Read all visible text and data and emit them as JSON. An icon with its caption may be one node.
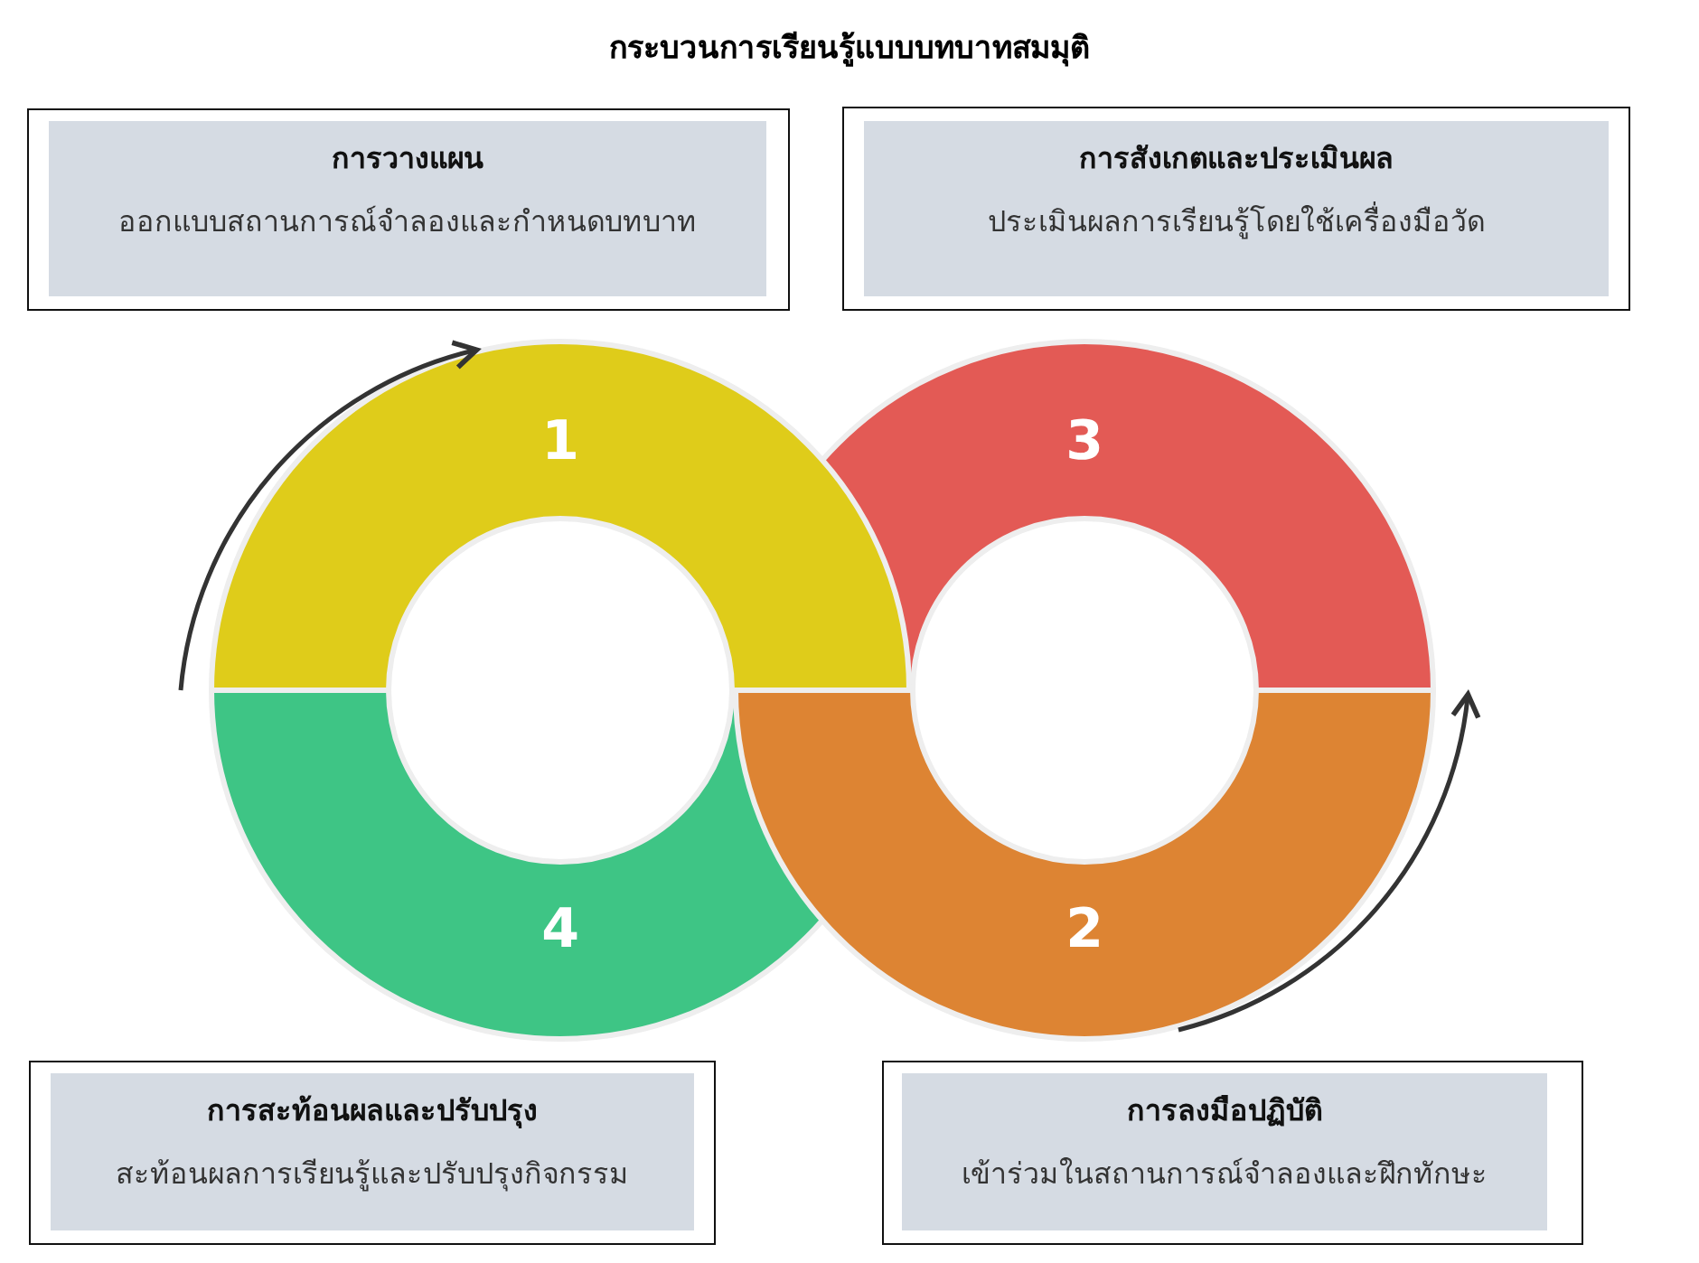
{
  "diagram": {
    "title": "กระบวนการเรียนรู้แบบบทบาทสมมุติ",
    "nodes": [
      {
        "text": [
          "การวางแผน",
          "ออกแบบสถานการณ์จำลองและกำหนดบทบาท"
        ]
      },
      {
        "text": [
          "การสังเกตและประเมินผล",
          "ประเมินผลการเรียนรู้โดยใช้เครื่องมือวัด"
        ]
      },
      {
        "text": [
          "1"
        ]
      },
      {
        "text": [
          "3"
        ]
      },
      {
        "text": [
          "4"
        ]
      },
      {
        "text": [
          "2"
        ]
      },
      {
        "text": [
          "การสะท้อนผลและปรับปรุง",
          "สะท้อนผลการเรียนรู้และปรับปรุงกิจกรรม"
        ]
      },
      {
        "text": [
          "การลงมือปฏิบัติ",
          "เข้าร่วมในสถานการณ์จำลองและฝึกทักษะ"
        ]
      }
    ]
  }
}
